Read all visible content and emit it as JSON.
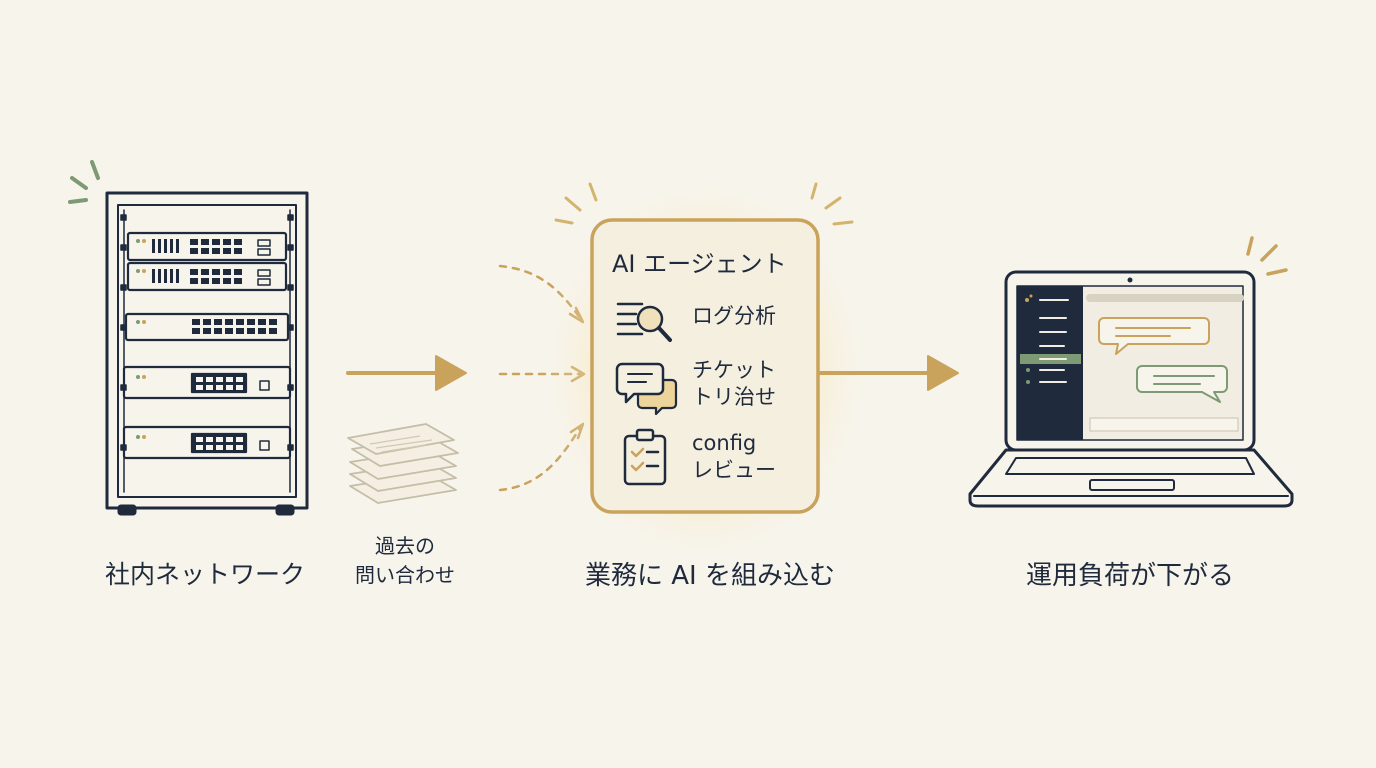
{
  "nodes": {
    "network_label": "社内ネットワーク",
    "history_label_line1": "過去の",
    "history_label_line2": "問い合わせ",
    "integrate_label": "業務に AI を組み込む",
    "result_label": "運用負荷が下がる"
  },
  "agent": {
    "title": "AI エージェント",
    "items": [
      {
        "icon": "magnifier-log-icon",
        "line1": "ログ分析",
        "line2": ""
      },
      {
        "icon": "chat-bubbles-icon",
        "line1": "チケット",
        "line2": "トリ治せ"
      },
      {
        "icon": "clipboard-checklist-icon",
        "line1": "config",
        "line2": "レビュー"
      }
    ]
  },
  "colors": {
    "background": "#f7f4ec",
    "ink": "#1f2a3c",
    "accent_gold": "#c9a25c",
    "accent_green": "#7d9a75",
    "glow": "#f3dfa0"
  }
}
